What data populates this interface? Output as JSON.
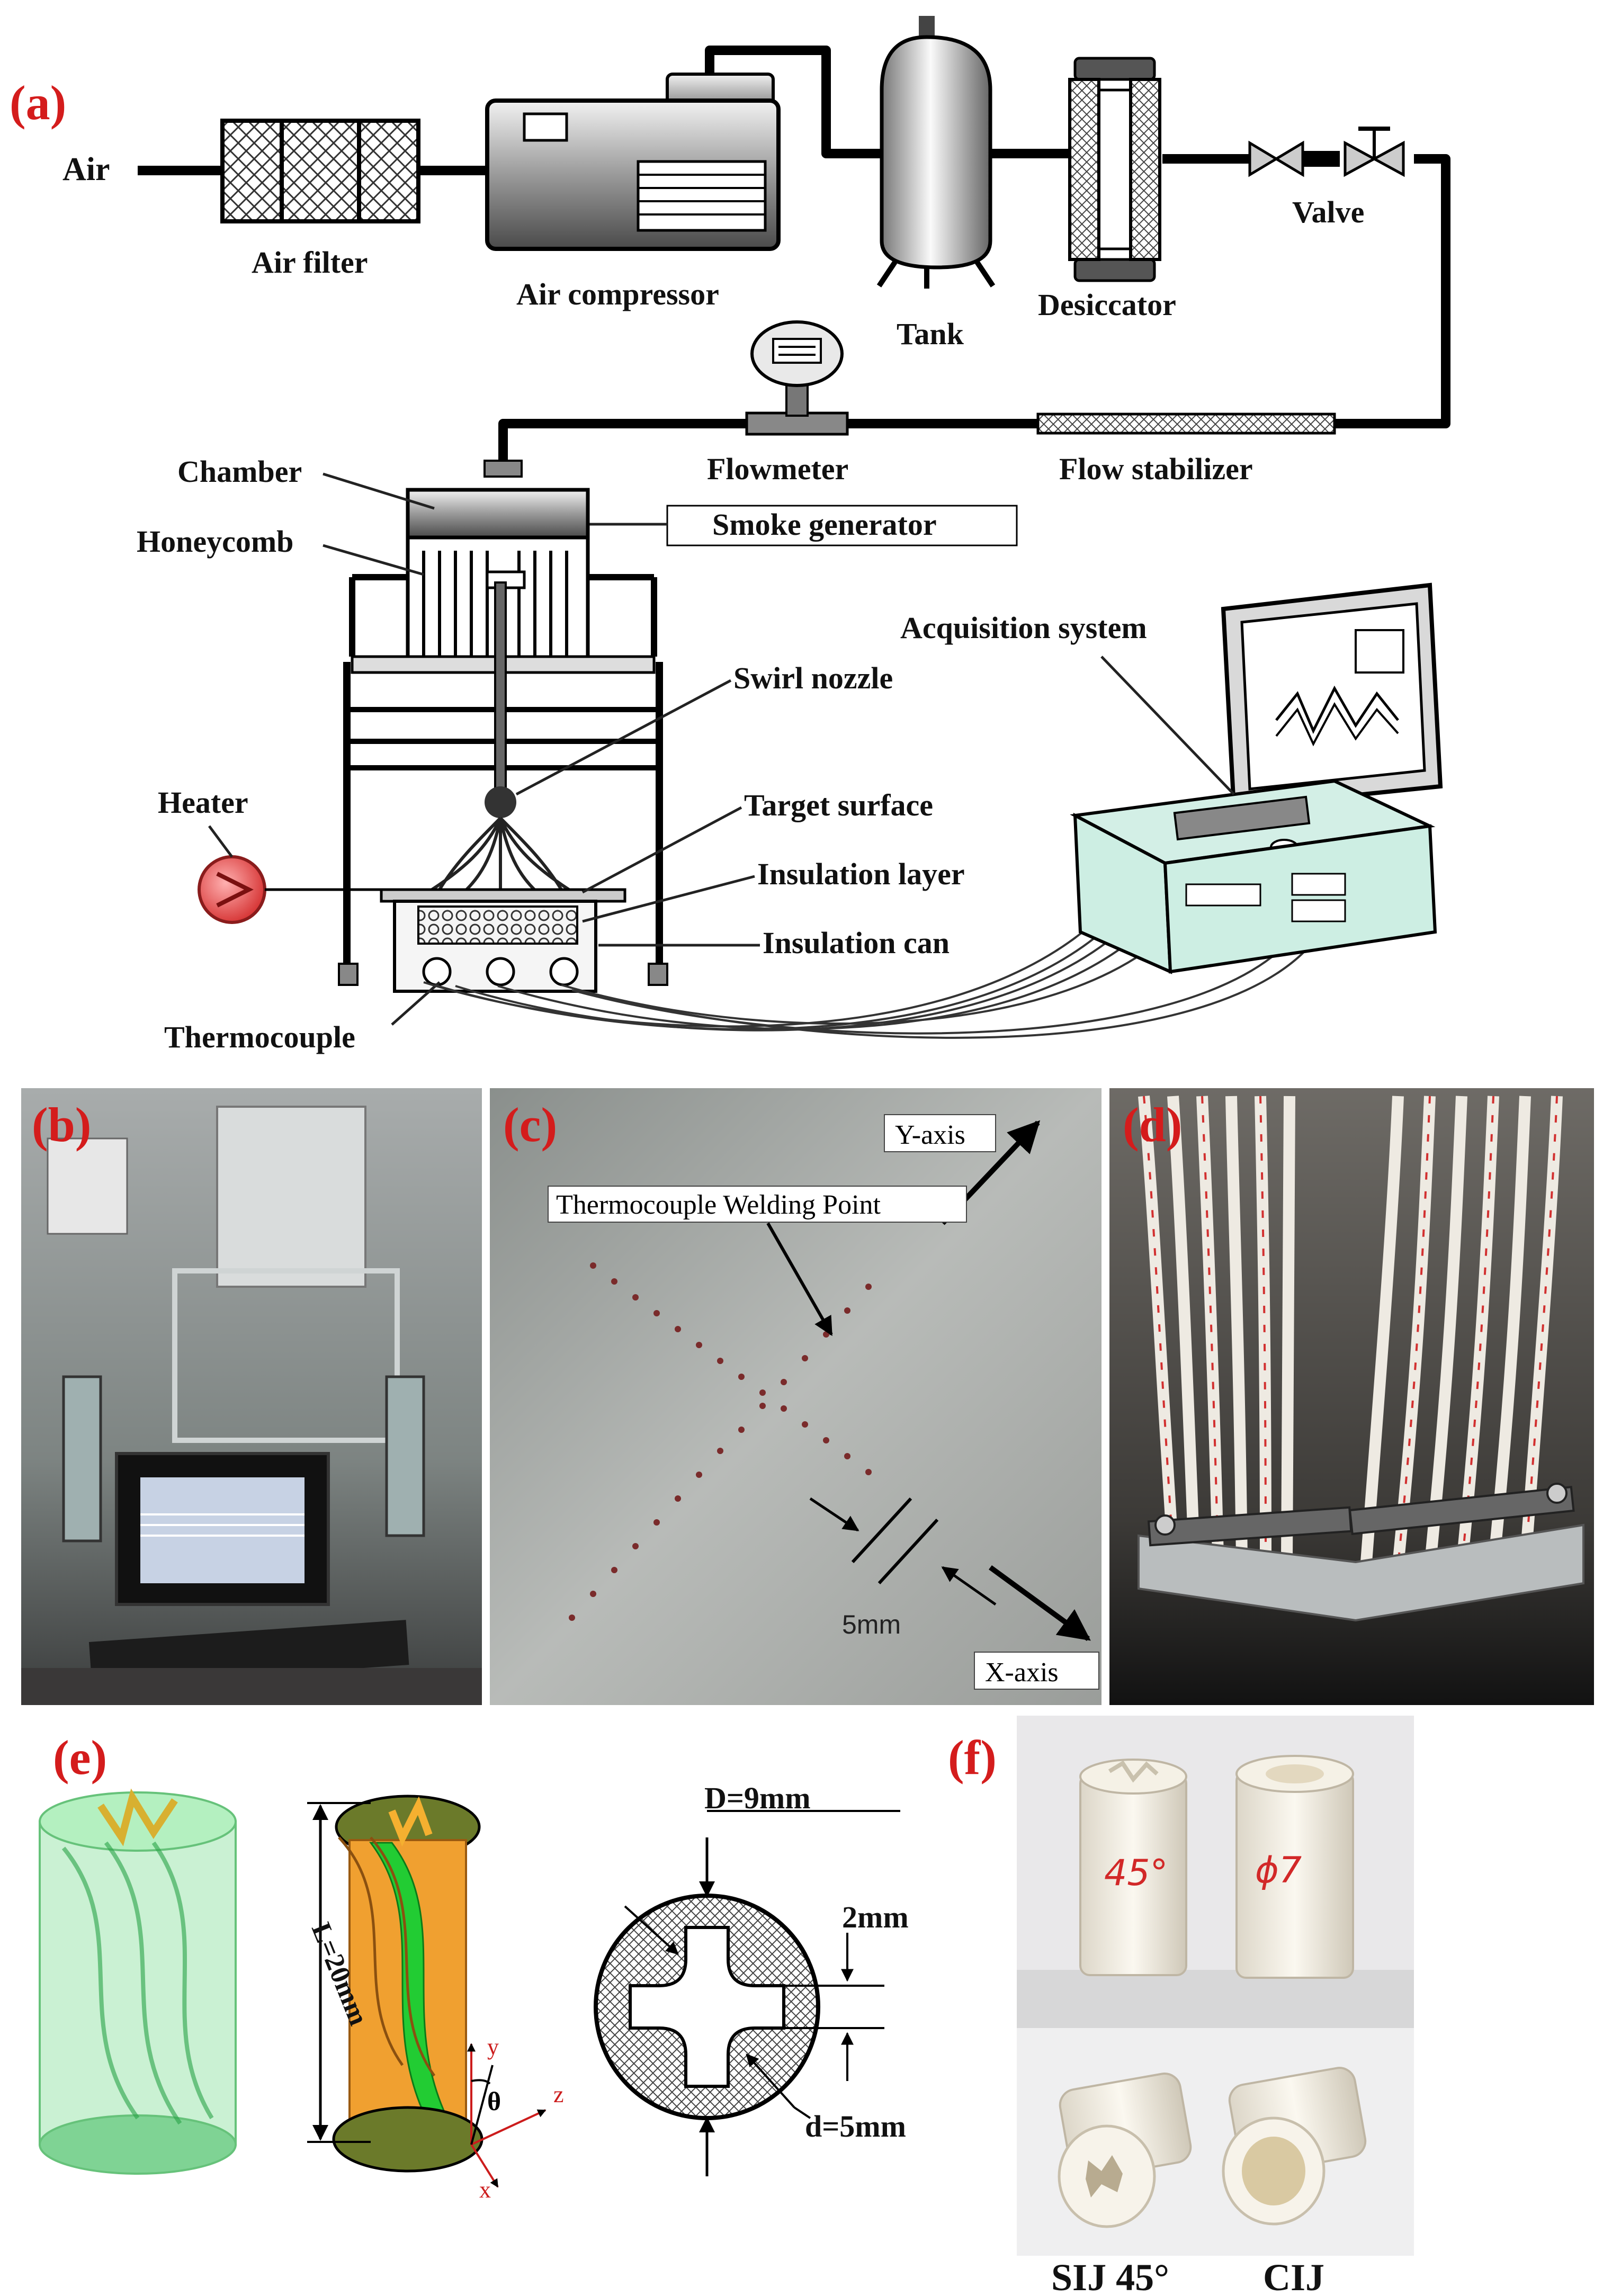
{
  "panels": {
    "a": {
      "letter": "(a)"
    },
    "b": {
      "letter": "(b)"
    },
    "c": {
      "letter": "(c)"
    },
    "d": {
      "letter": "(d)"
    },
    "e": {
      "letter": "(e)"
    },
    "f": {
      "letter": "(f)"
    }
  },
  "schematic": {
    "air": "Air",
    "air_filter": "Air filter",
    "air_compressor": "Air compressor",
    "tank": "Tank",
    "desiccator": "Desiccator",
    "valve": "Valve",
    "flowmeter": "Flowmeter",
    "flow_stabilizer": "Flow stabilizer",
    "chamber": "Chamber",
    "smoke_generator": "Smoke generator",
    "honeycomb": "Honeycomb",
    "acquisition_system": "Acquisition system",
    "swirl_nozzle": "Swirl nozzle",
    "heater": "Heater",
    "target_surface": "Target surface",
    "insulation_layer": "Insulation layer",
    "insulation_can": "Insulation can",
    "thermocouple": "Thermocouple"
  },
  "photo_c": {
    "y_axis": "Y-axis",
    "x_axis": "X-axis",
    "welding_point": "Thermocouple Welding Point",
    "spacing": "5mm"
  },
  "nozzle": {
    "length": "L=20mm",
    "outer_d": "D=9mm",
    "slot_w": "2mm",
    "inner_d": "d=5mm",
    "axis_y": "y",
    "axis_z": "z",
    "axis_x": "x",
    "angle": "θ"
  },
  "samples": {
    "label_45": "45°",
    "label_phi7": "ϕ7",
    "caption_sij": "SIJ 45°",
    "caption_cij": "CIJ"
  },
  "colors": {
    "panel_letter": "#d41c1c",
    "heater": "#e8605f",
    "nozzle_orange": "#f0a030",
    "nozzle_green": "#22cc33",
    "nozzle_olive": "#6b7a2a",
    "transparent_green": "#8fe0a0",
    "console": "#cdeee3"
  }
}
